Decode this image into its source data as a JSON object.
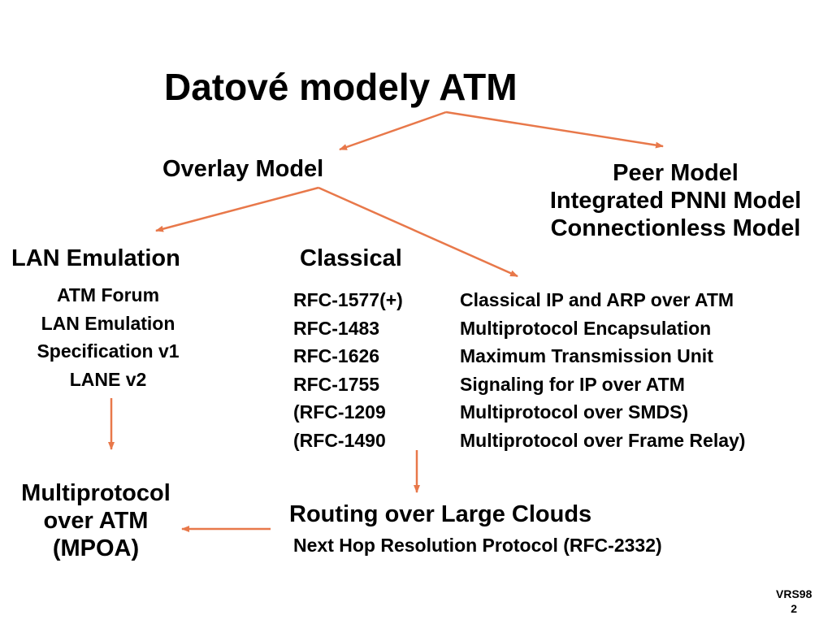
{
  "title": "Datové modely ATM",
  "overlay_model": "Overlay Model",
  "peer": [
    "Peer Model",
    "Integrated PNNI Model",
    "Connectionless Model"
  ],
  "lan_emulation": {
    "heading": "LAN Emulation",
    "lines": [
      "ATM Forum",
      "LAN Emulation",
      "Specification v1",
      "LANE v2"
    ]
  },
  "classical": {
    "heading": "Classical",
    "rfcs": [
      "RFC-1577(+)",
      "RFC-1483",
      "RFC-1626",
      "RFC-1755",
      "(RFC-1209",
      "(RFC-1490"
    ],
    "descriptions": [
      "Classical IP and ARP over ATM",
      "Multiprotocol Encapsulation",
      "Maximum Transmission Unit",
      "Signaling for IP over ATM",
      "Multiprotocol over SMDS)",
      "Multiprotocol over Frame Relay)"
    ]
  },
  "mpoa": [
    "Multiprotocol",
    "over ATM",
    "(MPOA)"
  ],
  "routing": {
    "heading": "Routing over Large Clouds",
    "sub": "Next Hop Resolution Protocol (RFC-2332)"
  },
  "footer": [
    "VRS98",
    "2"
  ],
  "colors": {
    "arrow": "#e8784a",
    "text": "#000000",
    "background": "#ffffff"
  }
}
